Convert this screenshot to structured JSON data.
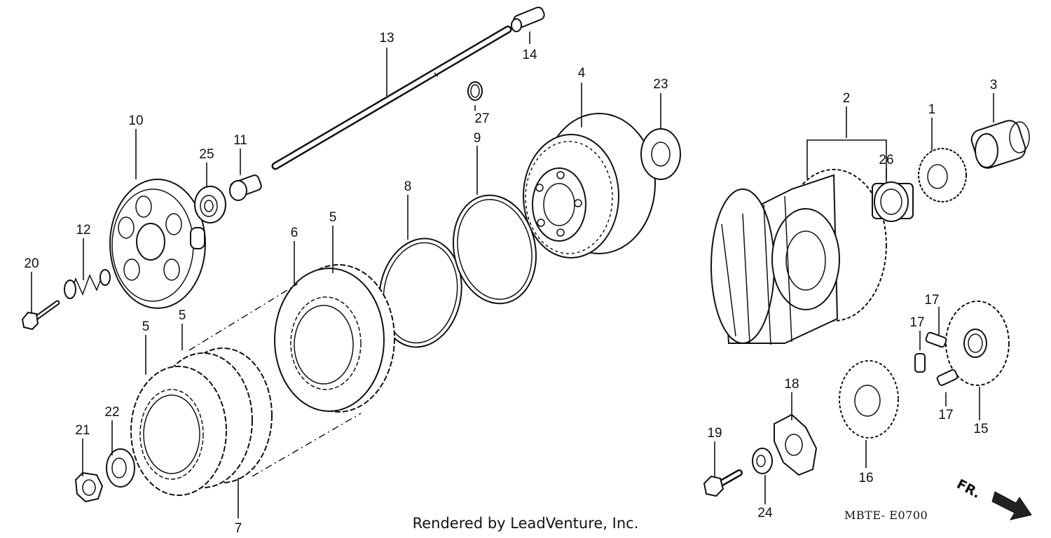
{
  "callouts": {
    "c1": "1",
    "c2": "2",
    "c3": "3",
    "c4": "4",
    "c5a": "5",
    "c5b": "5",
    "c5c": "5",
    "c6": "6",
    "c7": "7",
    "c8": "8",
    "c9": "9",
    "c10": "10",
    "c11": "11",
    "c12": "12",
    "c13": "13",
    "c14": "14",
    "c15": "15",
    "c16": "16",
    "c17a": "17",
    "c17b": "17",
    "c17c": "17",
    "c18": "18",
    "c19": "19",
    "c20": "20",
    "c21": "21",
    "c22": "22",
    "c23": "23",
    "c24": "24",
    "c25": "25",
    "c26": "26",
    "c27": "27"
  },
  "footer": {
    "credit": "Rendered by LeadVenture, Inc.",
    "diagram_code": "MBTE- E0700",
    "direction_label": "FR."
  }
}
